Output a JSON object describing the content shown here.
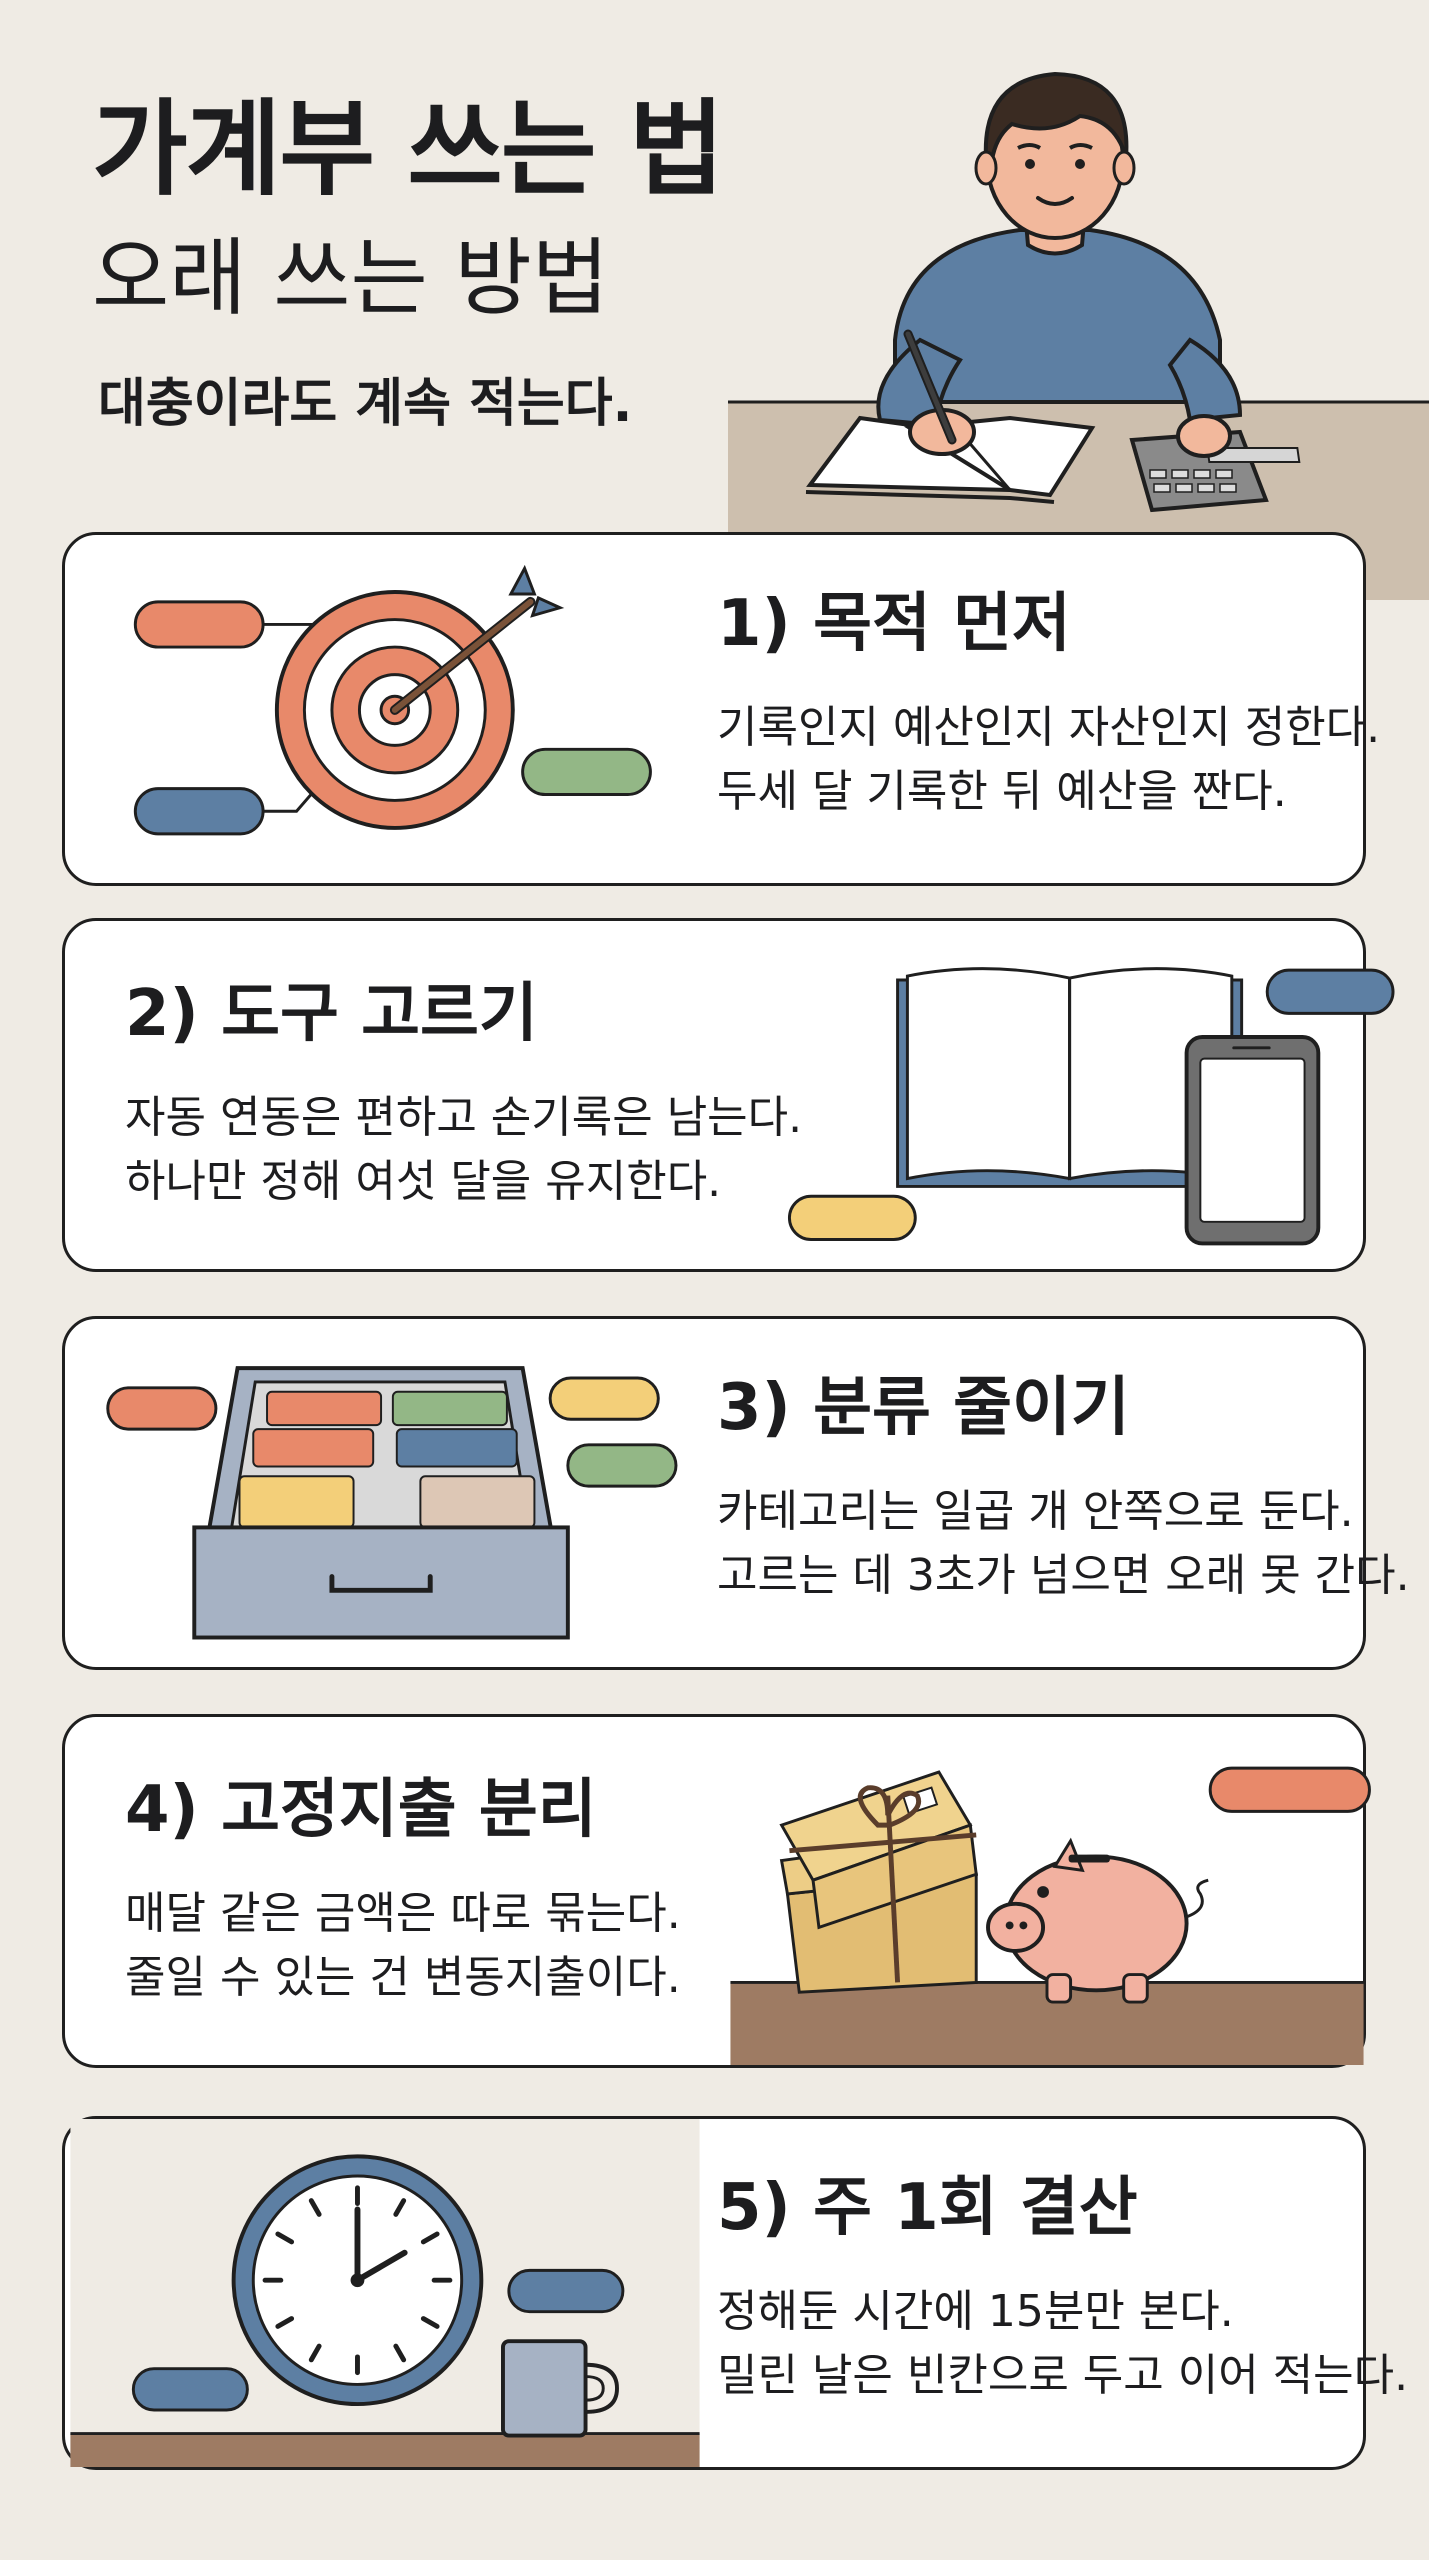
{
  "header": {
    "title": "가계부 쓰는 법",
    "subtitle": "오래 쓰는 방법",
    "tagline": "대충이라도 계속 적는다."
  },
  "cards": [
    {
      "title": "1) 목적 먼저",
      "lines": [
        "기록인지 예산인지 자산인지 정한다.",
        "두세 달 기록한 뒤 예산을 짠다."
      ],
      "icon": "target-with-arrow-icon"
    },
    {
      "title": "2) 도구 고르기",
      "lines": [
        "자동 연동은 편하고 손기록은 남는다.",
        "하나만 정해 여섯 달을 유지한다."
      ],
      "icon": "notebook-and-phone-icon"
    },
    {
      "title": "3) 분류 줄이기",
      "lines": [
        "카테고리는 일곱 개 안쪽으로 둔다.",
        "고르는 데 3초가 넘으면 오래 못 간다."
      ],
      "icon": "file-drawer-icon"
    },
    {
      "title": "4) 고정지출 분리",
      "lines": [
        "매달 같은 금액은 따로 묶는다.",
        "줄일 수 있는 건 변동지출이다."
      ],
      "icon": "envelopes-and-piggy-bank-icon"
    },
    {
      "title": "5) 주 1회 결산",
      "lines": [
        "정해둔 시간에 15분만 본다.",
        "밀린 날은 빈칸으로 두고 이어 적는다."
      ],
      "icon": "clock-and-mug-icon"
    }
  ],
  "colors": {
    "background": "#efebe4",
    "orange": "#e8896a",
    "blue": "#5d7fa3",
    "green": "#93b786",
    "yellow": "#f3cf79",
    "ink": "#1f1f1f"
  }
}
